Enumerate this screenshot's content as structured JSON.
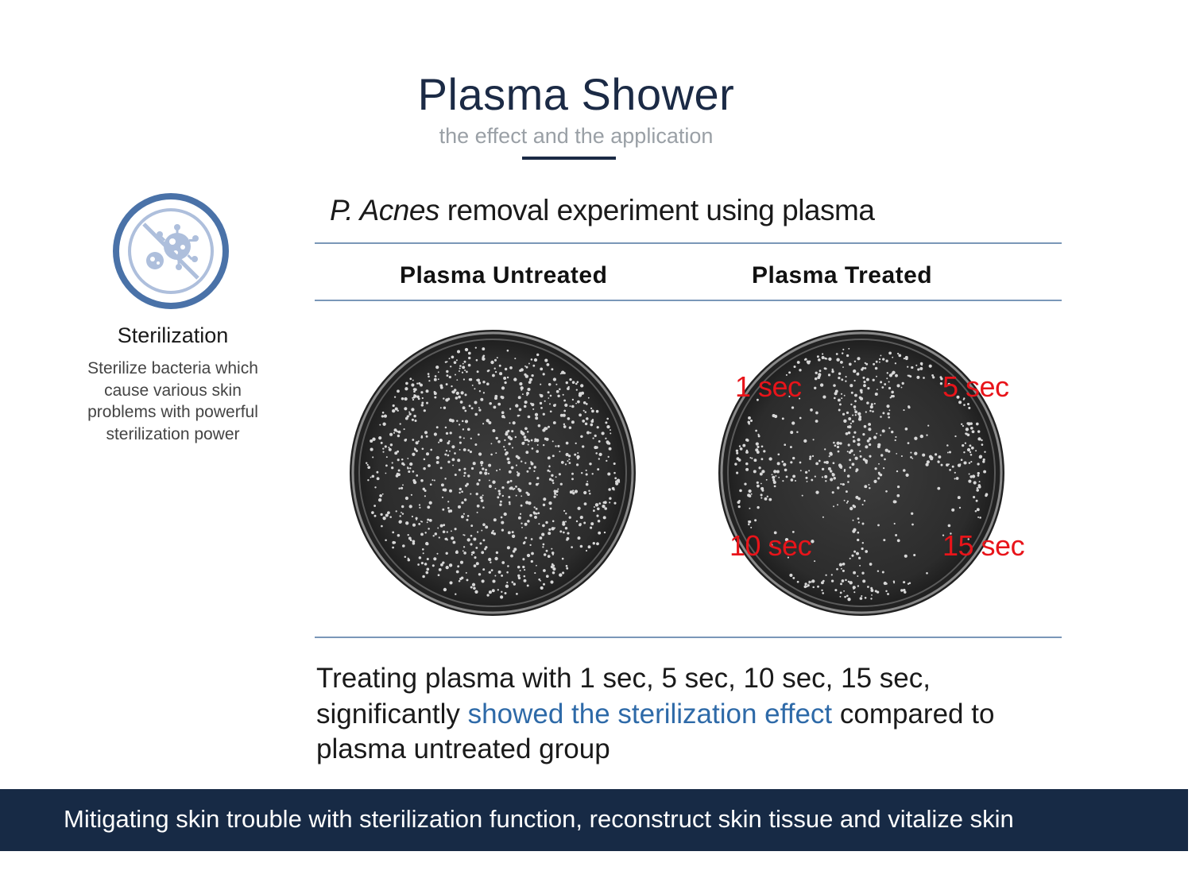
{
  "header": {
    "title": "Plasma Shower",
    "subtitle": "the effect and the application"
  },
  "sidebar": {
    "icon": "no-bacteria-icon",
    "title": "Sterilization",
    "description_lines": [
      "Sterilize bacteria which",
      "cause various skin",
      "problems with powerful",
      "sterilization power"
    ]
  },
  "experiment": {
    "heading_italic": "P. Acnes",
    "heading_rest": " removal experiment using plasma",
    "columns": [
      "Plasma Untreated",
      "Plasma Treated"
    ],
    "time_labels": [
      "1 sec",
      "5 sec",
      "10 sec",
      "15 sec"
    ]
  },
  "conclusion": {
    "line1": "Treating plasma with 1 sec, 5 sec, 10 sec, 15 sec,",
    "line2_pre": "significantly ",
    "line2_highlight": "showed the sterilization effect",
    "line2_post": " compared to",
    "line3": "plasma untreated group"
  },
  "footer": {
    "text": "Mitigating skin trouble with sterilization function, reconstruct skin tissue and vitalize skin"
  },
  "colors": {
    "navy": "#172a45",
    "accent_blue": "#2e6aa8",
    "label_red": "#e8141a",
    "icon_blue": "#4a72a8"
  }
}
